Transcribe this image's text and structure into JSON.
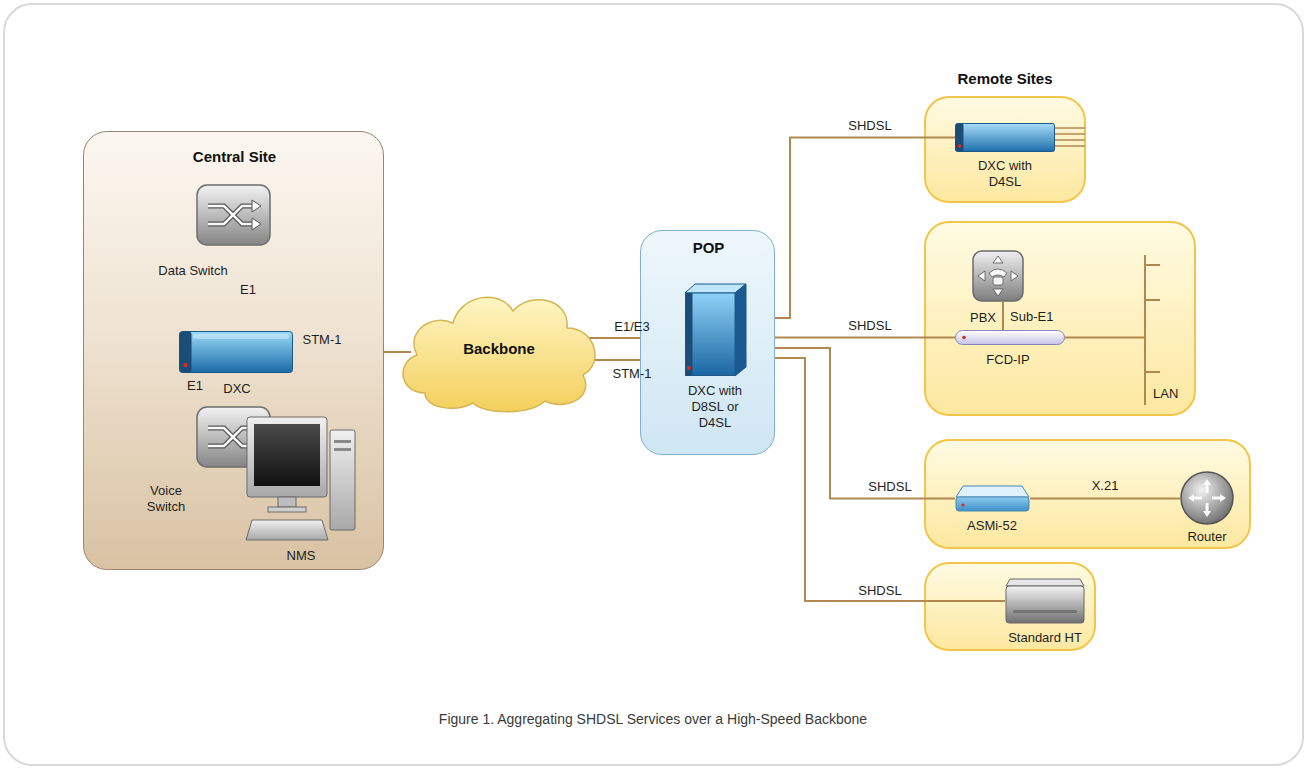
{
  "diagram": {
    "caption": "Figure 1. Aggregating SHDSL Services over a High-Speed Backbone",
    "nodes": [
      {
        "text": [
          "Central Site"
        ]
      },
      {
        "text": [
          "Data Switch"
        ],
        "in": 0
      },
      {
        "text": [
          "DXC"
        ],
        "in": 0
      },
      {
        "text": [
          "Voice Switch"
        ],
        "in": 0
      },
      {
        "text": [
          "NMS"
        ],
        "in": 0
      },
      {
        "text": [
          "Backbone"
        ]
      },
      {
        "text": [
          "POP"
        ]
      },
      {
        "text": [
          "DXC with D8SL or D4SL"
        ],
        "in": 6
      },
      {
        "text": [
          "DXC with D4SL"
        ]
      },
      {
        "text": [
          "PBX"
        ]
      },
      {
        "text": [
          "FCD-IP"
        ]
      },
      {
        "text": [
          "ASMi-52"
        ]
      },
      {
        "text": [
          "Router"
        ]
      },
      {
        "text": [
          "Standard HT"
        ]
      }
    ],
    "edges": [
      {
        "from": 1,
        "to": 2,
        "arrow": "none",
        "label": "E1"
      },
      {
        "from": 2,
        "to": 3,
        "arrow": "none",
        "label": "E1"
      },
      {
        "from": 2,
        "to": 4,
        "arrow": "none"
      },
      {
        "from": 2,
        "to": 5,
        "arrow": "none",
        "label": "STM-1"
      },
      {
        "from": 5,
        "to": 7,
        "arrow": "none",
        "label": "E1/E3"
      },
      {
        "from": 5,
        "to": 7,
        "arrow": "none",
        "label": "STM-1"
      },
      {
        "from": 7,
        "to": 8,
        "arrow": "none",
        "label": "SHDSL"
      },
      {
        "from": 7,
        "to": 10,
        "arrow": "none",
        "label": "SHDSL"
      },
      {
        "from": 7,
        "to": 11,
        "arrow": "none",
        "label": "SHDSL"
      },
      {
        "from": 7,
        "to": 13,
        "arrow": "none",
        "label": "SHDSL"
      },
      {
        "from": 9,
        "to": 10,
        "arrow": "none",
        "label": "Sub-E1"
      },
      {
        "from": 11,
        "to": 12,
        "arrow": "none",
        "label": "X.21"
      }
    ],
    "labels": [
      "Remote Sites",
      "LAN"
    ]
  }
}
